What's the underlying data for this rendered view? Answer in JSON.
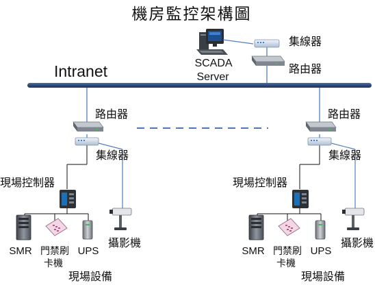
{
  "title": "機房監控架構圖",
  "network": {
    "label": "Intranet"
  },
  "scada": {
    "line1": "SCADA",
    "line2": "Server"
  },
  "top": {
    "hub_label": "集線器",
    "router_label": "路由器"
  },
  "sites": [
    {
      "router_label": "路由器",
      "hub_label": "集線器",
      "controller_label": "現場控制器",
      "smr_label": "SMR",
      "card_line1": "門禁刷",
      "card_line2": "卡機",
      "ups_label": "UPS",
      "camera_label": "攝影機",
      "group_label": "現場設備"
    },
    {
      "router_label": "路由器",
      "hub_label": "集線器",
      "controller_label": "現場控制器",
      "smr_label": "SMR",
      "card_line1": "門禁刷",
      "card_line2": "卡機",
      "ups_label": "UPS",
      "camera_label": "攝影機",
      "group_label": "現場設備"
    }
  ],
  "colors": {
    "backbone": "#2e4a78",
    "link": "#111111",
    "camera_link": "#4f7fc0",
    "dashed": "#4a78b8"
  }
}
